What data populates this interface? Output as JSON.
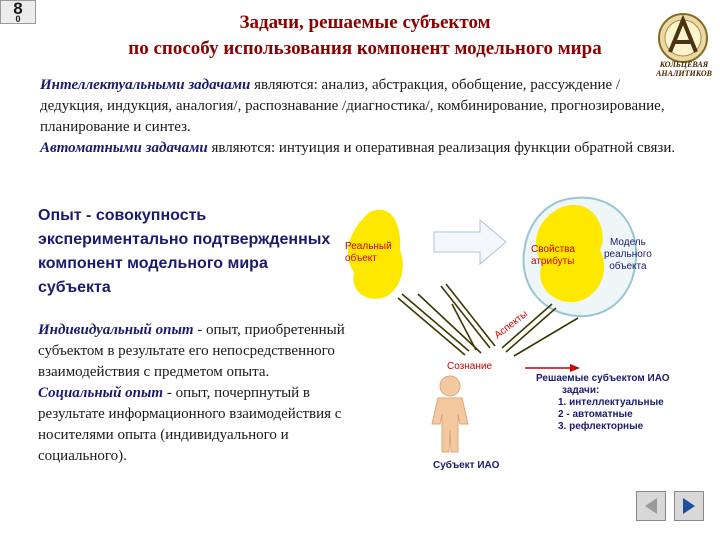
{
  "slide": {
    "number": "8",
    "sub": "0"
  },
  "title_lines": [
    "Задачи, решаемые субъектом",
    "по способу использования компонент модельного мира"
  ],
  "logo": {
    "text_line1": "КОЛЬЦЕВАЯ",
    "text_line2": "АНАЛИТИКОВ"
  },
  "intro": {
    "term1": "Интеллектуальными задачами",
    "text1": " являются: анализ, абстракция, обобщение, рассуждение /дедукция, индукция, аналогия/, распознавание /диагностика/, комбинирование, прогнозирование, планирование и синтез.",
    "term2": "Автоматными задачами",
    "text2": " являются: интуиция и оперативная реализация функции обратной связи."
  },
  "definition": "Опыт - совокупность экспериментально подтвержденных компонент модельного мира субъекта",
  "individual": {
    "term": "Индивидуальный опыт",
    "text": " - опыт, приобретенный субъектом в результате его непосредственного взаимодействия с предметом опыта."
  },
  "social": {
    "term": "Социальный опыт",
    "text": " - опыт, почерпнутый в результате информационного взаимодействия с носителями опыта (индивидуального и социального)."
  },
  "diagram": {
    "real_object": [
      "Реальный",
      "объект"
    ],
    "properties": [
      "Свойства",
      "атрибуты"
    ],
    "model": [
      "Модель",
      "реального",
      "объекта"
    ],
    "aspects": "Аспекты",
    "consciousness": "Сознание",
    "subject": "Субъект ИАО",
    "tasks_title": [
      "Решаемые субъектом ИАО",
      "задачи:"
    ],
    "tasks": [
      "1. интеллектуальные",
      "2 - автоматные",
      "3. рефлекторные"
    ]
  },
  "colors": {
    "title": "#8b0000",
    "accent": "#1b1b6e",
    "red": "#cc0000",
    "yellow": "#ffe800",
    "person": "#f5c9a0"
  }
}
